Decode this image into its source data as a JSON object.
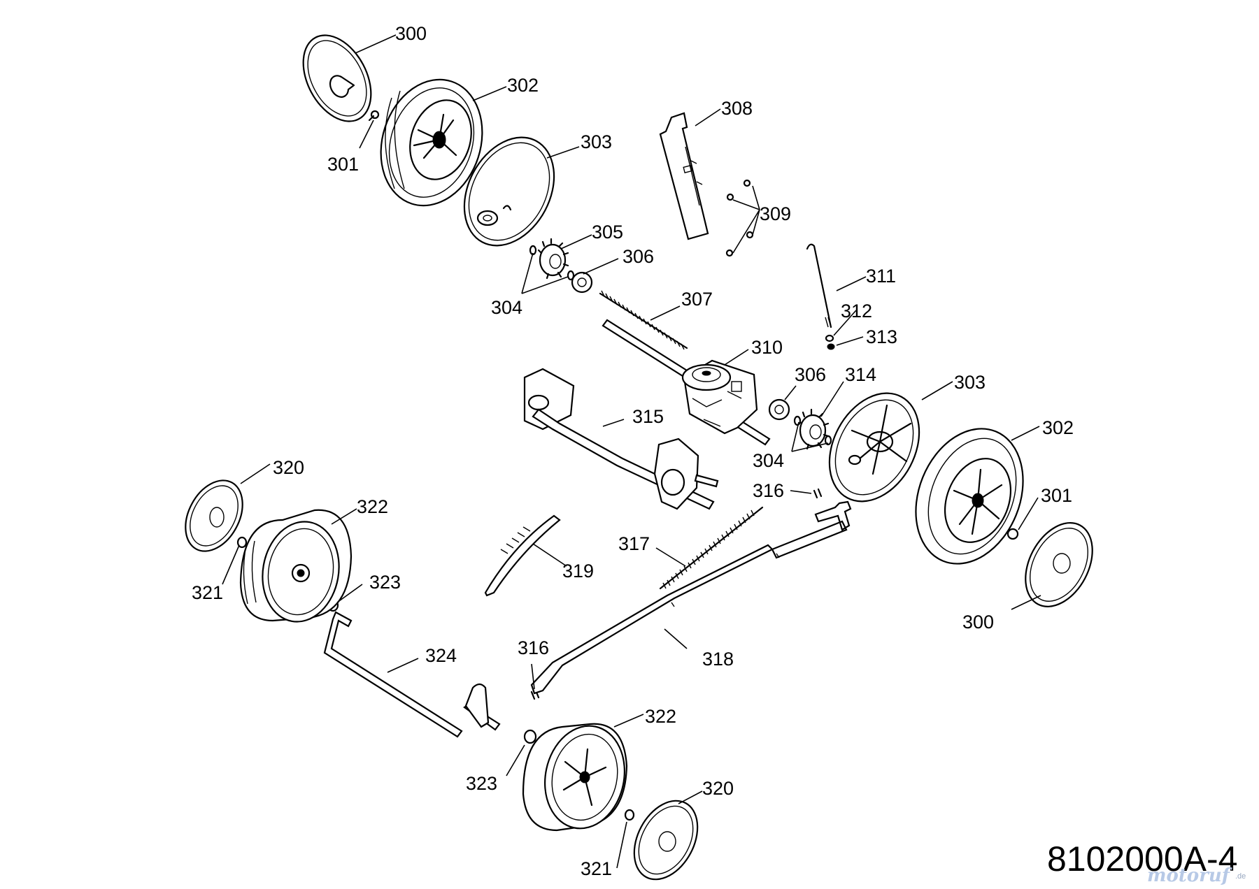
{
  "drawing_number": "8102000A-4",
  "watermark": {
    "brand": "motoruf",
    "tld": ".de"
  },
  "labels": {
    "l300a": "300",
    "l302a": "302",
    "l301a": "301",
    "l303a": "303",
    "l308": "308",
    "l309": "309",
    "l305": "305",
    "l306a": "306",
    "l304a": "304",
    "l307": "307",
    "l311": "311",
    "l312": "312",
    "l313": "313",
    "l310": "310",
    "l306b": "306",
    "l314": "314",
    "l303b": "303",
    "l315": "315",
    "l302b": "302",
    "l304b": "304",
    "l320a": "320",
    "l322a": "322",
    "l316a": "316",
    "l301b": "301",
    "l317": "317",
    "l319": "319",
    "l323a": "323",
    "l321a": "321",
    "l300b": "300",
    "l324": "324",
    "l316b": "316",
    "l318": "318",
    "l322b": "322",
    "l323b": "323",
    "l320b": "320",
    "l321b": "321"
  },
  "icons": [
    "wheel-icon",
    "hubcap-icon",
    "gear-icon",
    "bearing-icon",
    "axle-icon",
    "gearbox-icon",
    "bracket-icon",
    "screw-icon",
    "washer-icon",
    "spring-icon",
    "lever-icon"
  ]
}
